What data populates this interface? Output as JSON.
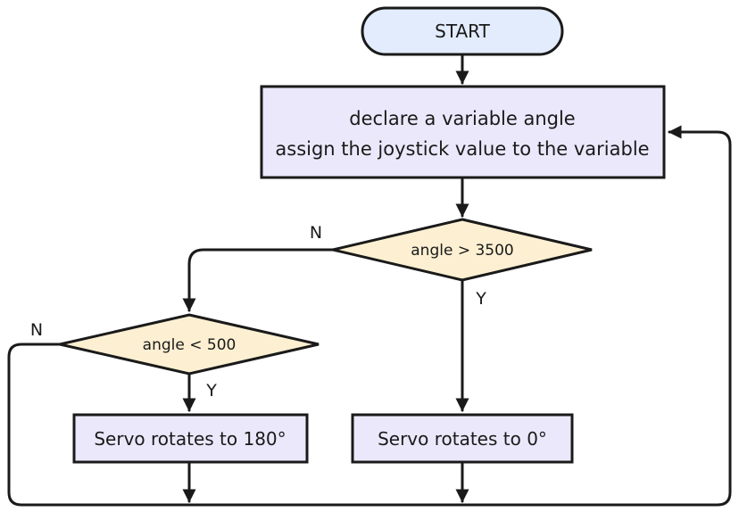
{
  "colors": {
    "start_fill": "#e3ecfd",
    "process_fill": "#ebe8fb",
    "decision_fill": "#fdf0d2",
    "line": "#1a1a1a"
  },
  "nodes": {
    "start": "START",
    "declare_line1": "declare a variable angle",
    "declare_line2": "assign the joystick value to the variable",
    "decision_high": "angle > 3500",
    "decision_low": "angle < 500",
    "servo_180": "Servo rotates to 180°",
    "servo_0": "Servo rotates to 0°"
  },
  "edge_labels": {
    "high_no": "N",
    "high_yes": "Y",
    "low_no": "N",
    "low_yes": "Y"
  }
}
